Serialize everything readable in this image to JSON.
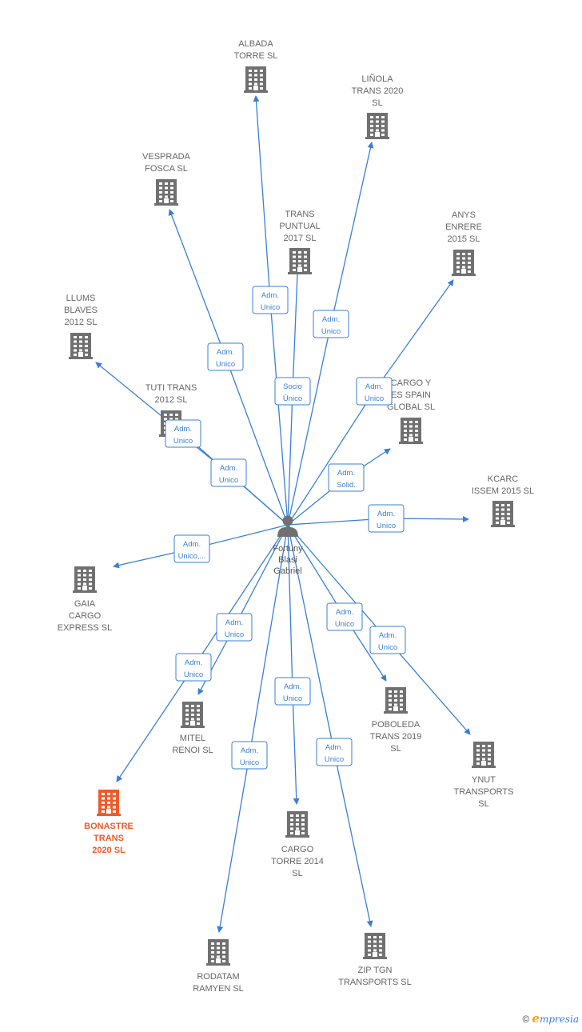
{
  "center": {
    "id": "fortuny",
    "label": [
      "Fortuny",
      "Blasi",
      "Gabriel"
    ]
  },
  "nodes": [
    {
      "id": "albada",
      "label": [
        "ALBADA",
        "TORRE  SL"
      ],
      "highlight": false
    },
    {
      "id": "linola",
      "label": [
        "LIÑOLA",
        "TRANS 2020",
        "SL"
      ],
      "highlight": false
    },
    {
      "id": "vesprada",
      "label": [
        "VESPRADA",
        "FOSCA  SL"
      ],
      "highlight": false
    },
    {
      "id": "transpuntual",
      "label": [
        "TRANS",
        "PUNTUAL",
        "2017  SL"
      ],
      "highlight": false
    },
    {
      "id": "anys",
      "label": [
        "ANYS",
        "ENRERE",
        "2015  SL"
      ],
      "highlight": false
    },
    {
      "id": "llums",
      "label": [
        "LLUMS",
        "BLAVES",
        "2012 SL"
      ],
      "highlight": false
    },
    {
      "id": "tuti",
      "label": [
        "TUTI TRANS",
        "2012 SL"
      ],
      "highlight": false
    },
    {
      "id": "cargospain",
      "label": [
        "CARGO Y",
        "ES SPAIN",
        "GLOBAL  SL"
      ],
      "highlight": false
    },
    {
      "id": "kcarc",
      "label": [
        "KCARC",
        "ISSEM 2015  SL"
      ],
      "highlight": false
    },
    {
      "id": "gaia",
      "label": [
        "GAIA",
        "CARGO",
        "EXPRESS  SL"
      ],
      "highlight": false
    },
    {
      "id": "mitel",
      "label": [
        "MITEL",
        "RENOI  SL"
      ],
      "highlight": false
    },
    {
      "id": "poboleda",
      "label": [
        "POBOLEDA",
        "TRANS 2019",
        "SL"
      ],
      "highlight": false
    },
    {
      "id": "ynut",
      "label": [
        "YNUT",
        "TRANSPORTS",
        "SL"
      ],
      "highlight": false
    },
    {
      "id": "bonastre",
      "label": [
        "BONASTRE",
        "TRANS",
        "2020  SL"
      ],
      "highlight": true
    },
    {
      "id": "cargotorre",
      "label": [
        "CARGO",
        "TORRE 2014",
        "SL"
      ],
      "highlight": false
    },
    {
      "id": "rodatam",
      "label": [
        "RODATAM",
        "RAMYEN  SL"
      ],
      "highlight": false
    },
    {
      "id": "ziptgn",
      "label": [
        "ZIP TGN",
        "TRANSPORTS SL"
      ],
      "highlight": false
    }
  ],
  "edges": [
    {
      "to": "albada",
      "label": [
        "Adm.",
        "Unico"
      ]
    },
    {
      "to": "linola",
      "label": [
        "Adm.",
        "Unico"
      ]
    },
    {
      "to": "vesprada",
      "label": [
        "Adm.",
        "Unico"
      ]
    },
    {
      "to": "transpuntual",
      "label": [
        "Socio",
        "Único"
      ]
    },
    {
      "to": "anys",
      "label": [
        "Adm.",
        "Unico"
      ]
    },
    {
      "to": "llums",
      "label": [
        "Adm.",
        "Unico"
      ]
    },
    {
      "to": "tuti",
      "label": [
        "Adm.",
        "Unico"
      ]
    },
    {
      "to": "cargospain",
      "label": [
        "Adm.",
        "Solid."
      ]
    },
    {
      "to": "kcarc",
      "label": [
        "Adm.",
        "Unico"
      ]
    },
    {
      "to": "gaia",
      "label": [
        "Adm.",
        "Unico,..."
      ]
    },
    {
      "to": "mitel",
      "label": [
        "Adm.",
        "Unico"
      ]
    },
    {
      "to": "poboleda",
      "label": [
        "Adm.",
        "Unico"
      ]
    },
    {
      "to": "ynut",
      "label": [
        "Adm.",
        "Unico"
      ]
    },
    {
      "to": "bonastre",
      "label": [
        "Adm.",
        "Unico"
      ]
    },
    {
      "to": "cargotorre",
      "label": [
        "Adm.",
        "Unico"
      ]
    },
    {
      "to": "rodatam",
      "label": [
        "Adm.",
        "Unico"
      ]
    },
    {
      "to": "ziptgn",
      "label": [
        "Adm.",
        "Unico"
      ]
    }
  ],
  "colors": {
    "edge": "#3a7fd5",
    "building": "#707070",
    "highlight": "#ef5a2a",
    "person": "#707070"
  },
  "footer": {
    "copyright": "©",
    "brand_initial": "e",
    "brand_rest": "mpresia"
  }
}
